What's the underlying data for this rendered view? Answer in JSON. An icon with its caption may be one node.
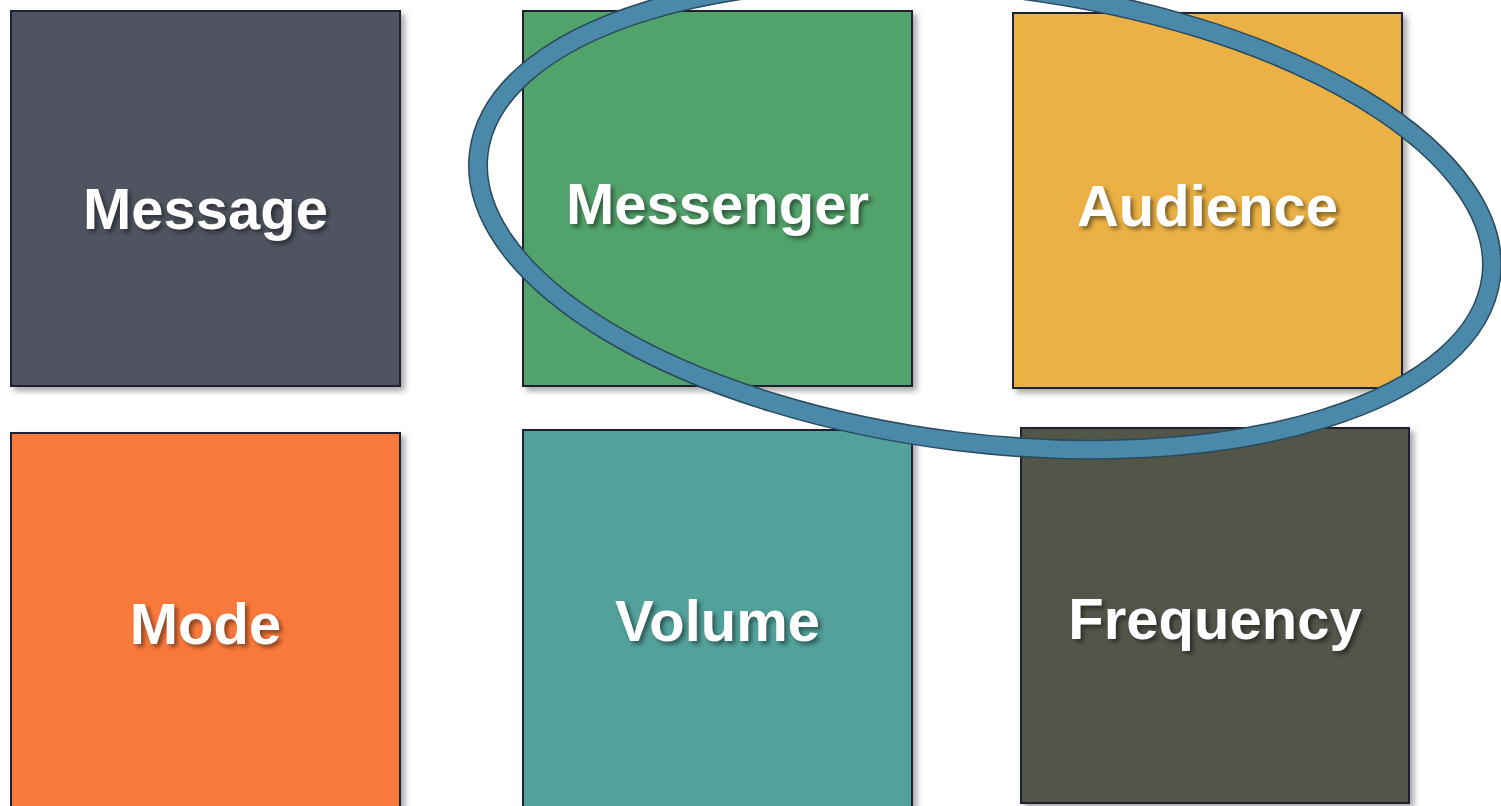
{
  "diagram": {
    "nodes": [
      {
        "text": [
          "Message"
        ]
      },
      {
        "text": [
          "Messenger"
        ]
      },
      {
        "text": [
          "Audience"
        ]
      },
      {
        "text": [
          "Mode"
        ]
      },
      {
        "text": [
          "Volume"
        ]
      },
      {
        "text": [
          "Frequency"
        ]
      }
    ],
    "edges": []
  }
}
